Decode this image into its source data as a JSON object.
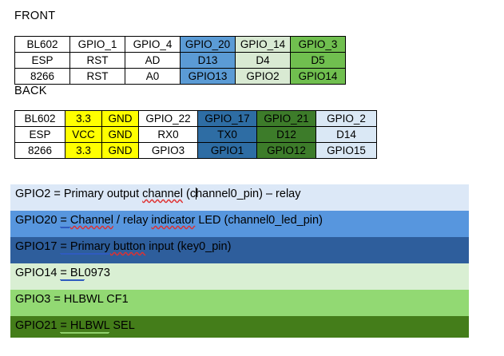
{
  "sections": {
    "front_label": "FRONT",
    "back_label": "BACK"
  },
  "front_table": {
    "rows": [
      [
        {
          "text": "BL602",
          "fill": "white"
        },
        {
          "text": "GPIO_1",
          "fill": "white"
        },
        {
          "text": "GPIO_4",
          "fill": "white"
        },
        {
          "text": "GPIO_20",
          "fill": "blue"
        },
        {
          "text": "GPIO_14",
          "fill": "lgreen"
        },
        {
          "text": "GPIO_3",
          "fill": "green"
        }
      ],
      [
        {
          "text": "ESP",
          "fill": "white"
        },
        {
          "text": "RST",
          "fill": "white"
        },
        {
          "text": "AD",
          "fill": "white"
        },
        {
          "text": "D13",
          "fill": "blue"
        },
        {
          "text": "D4",
          "fill": "lgreen"
        },
        {
          "text": "D5",
          "fill": "green"
        }
      ],
      [
        {
          "text": "8266",
          "fill": "white"
        },
        {
          "text": "RST",
          "fill": "white"
        },
        {
          "text": "A0",
          "fill": "white"
        },
        {
          "text": "GPIO13",
          "fill": "blue"
        },
        {
          "text": "GPIO2",
          "fill": "lgreen"
        },
        {
          "text": "GPIO14",
          "fill": "green"
        }
      ]
    ]
  },
  "back_table": {
    "rows": [
      [
        {
          "text": "BL602",
          "fill": "white"
        },
        {
          "text": "3.3",
          "fill": "yellow"
        },
        {
          "text": "GND",
          "fill": "yellow"
        },
        {
          "text": "GPIO_22",
          "fill": "white"
        },
        {
          "text": "GPIO_17",
          "fill": "dblue"
        },
        {
          "text": "GPIO_21",
          "fill": "dgreen"
        },
        {
          "text": "GPIO_2",
          "fill": "lblue"
        }
      ],
      [
        {
          "text": "ESP",
          "fill": "white"
        },
        {
          "text": "VCC",
          "fill": "yellow"
        },
        {
          "text": "GND",
          "fill": "yellow"
        },
        {
          "text": "RX0",
          "fill": "white"
        },
        {
          "text": "TX0",
          "fill": "dblue"
        },
        {
          "text": "D12",
          "fill": "dgreen"
        },
        {
          "text": "D14",
          "fill": "lblue"
        }
      ],
      [
        {
          "text": "8266",
          "fill": "white"
        },
        {
          "text": "3.3",
          "fill": "yellow"
        },
        {
          "text": "GND",
          "fill": "yellow"
        },
        {
          "text": "GPIO3",
          "fill": "white"
        },
        {
          "text": "GPIO1",
          "fill": "dblue"
        },
        {
          "text": "GPIO12",
          "fill": "dgreen"
        },
        {
          "text": "GPIO15",
          "fill": "lblue"
        }
      ]
    ]
  },
  "notes": [
    {
      "id": "gpio2",
      "fill": "#dce8f7",
      "text": "GPIO2 =  Primary output channel (channel0_pin) – relay",
      "parts": {
        "lead": "GPIO2 =  Primary output ",
        "spelled": "channel",
        "mid": " (c",
        "caret": true,
        "tail": "hannel0_pin) – relay"
      }
    },
    {
      "id": "gpio20",
      "fill": "#5796de",
      "text": "GPIO20 =  Channel / relay indicator LED (channel0_led_pin)",
      "parts": {
        "lead": "GPIO20 ",
        "grammar": "= ",
        "spelled1": " Channel",
        "mid": " / relay ",
        "spelled2": "indicator",
        "tail": " LED (channel0_led_pin)"
      }
    },
    {
      "id": "gpio17",
      "fill": "#2e5e9c",
      "text": "GPIO17 =  Primary button input (key0_pin)",
      "parts": {
        "lead": "GPIO17 ",
        "grammar": "=  Primary",
        "spelled": " button",
        "tail": " input (key0_pin)"
      }
    },
    {
      "id": "gpio14",
      "fill": "#d9efd3",
      "text": "GPIO14 =  BL0973",
      "parts": {
        "lead": "GPIO14 ",
        "grammar": "=  BL",
        "tail": "0973"
      }
    },
    {
      "id": "gpio3",
      "fill": "#92d973",
      "text": "GPIO3 = HLBWL CF1",
      "parts": {
        "lead": "GPIO3 = HLBWL CF1"
      }
    },
    {
      "id": "gpio21",
      "fill": "#447d1a",
      "text": "GPIO21 =  HLBWL SEL",
      "parts": {
        "lead": "GPIO21 ",
        "grammar": "=  HLBWL",
        "tail": " SEL"
      }
    }
  ],
  "colors": {
    "table_blue": "#5b9bd5",
    "table_light_green": "#d9ead3",
    "table_green": "#70bf4f",
    "table_yellow": "#ffff00",
    "table_dark_blue": "#2e6da4",
    "table_dark_green": "#3d7c2a",
    "table_light_blue": "#dae8f5",
    "note_light_blue": "#dce8f7",
    "note_medium_blue": "#5796de",
    "note_dark_blue": "#2e5e9c",
    "note_light_green": "#d9efd3",
    "note_medium_green": "#92d973",
    "note_dark_green": "#447d1a"
  }
}
